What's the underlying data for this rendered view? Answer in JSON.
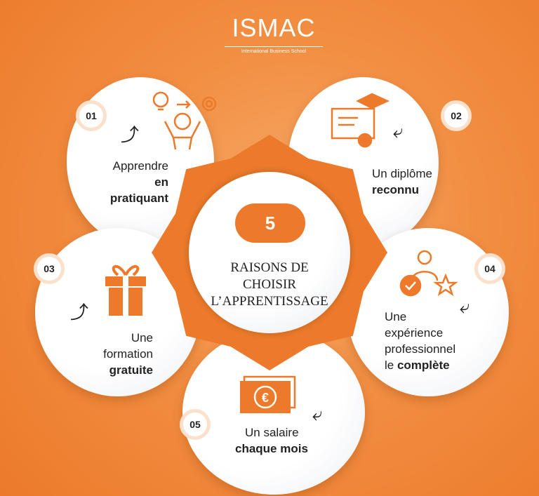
{
  "logo": {
    "name": "ISMAC",
    "subtitle": "International Business School"
  },
  "center": {
    "number": "5",
    "title_lines": [
      "RAISONS DE",
      "CHOISIR",
      "L’APPRENTISSAGE"
    ]
  },
  "reasons": [
    {
      "num": "01",
      "line1": "Apprendre",
      "bold": [
        "en",
        "pratiquant"
      ],
      "icon": "lightbulb-person-gear-icon"
    },
    {
      "num": "02",
      "line1": "Un diplôme",
      "bold": [
        "reconnu"
      ],
      "icon": "diploma-graduation-cap-icon"
    },
    {
      "num": "03",
      "line1": "Une",
      "line2": "formation",
      "bold": [
        "gratuite"
      ],
      "icon": "gift-icon"
    },
    {
      "num": "04",
      "line1": "Une",
      "line2": "expérience",
      "line3": "professionnel",
      "line4pre": "le ",
      "bold": [
        "complète"
      ],
      "icon": "person-award-star-icon"
    },
    {
      "num": "05",
      "line1": "Un salaire",
      "bold": [
        "chaque mois"
      ],
      "icon": "euro-banknote-icon"
    }
  ],
  "colors": {
    "accent": "#ec7a2a",
    "background": "#f28e42"
  }
}
